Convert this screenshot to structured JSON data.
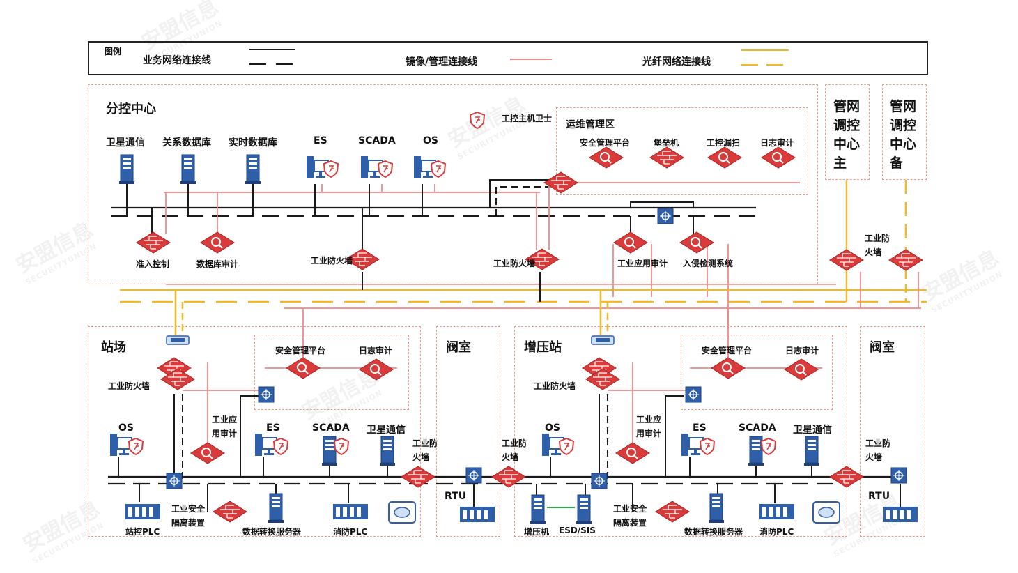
{
  "legend": {
    "title": "图例",
    "business_line": "业务网络连接线",
    "mirror_line": "镜像/管理连接线",
    "fiber_line": "光纤网络连接线"
  },
  "colors": {
    "business": "#1a1a1a",
    "mirror": "#ee8a8a",
    "fiber": "#f0b92a",
    "zone_border": "#e8a08a",
    "device_red": "#d93b3b",
    "device_blue": "#2f5fa8"
  },
  "branch_center": {
    "title": "分控中心",
    "hosts": [
      "卫星通信",
      "关系数据库",
      "实时数据库",
      "ES",
      "SCADA",
      "OS"
    ],
    "guard_label": "工控主机卫士",
    "ops_zone": {
      "title": "运维管理区",
      "items": [
        "安全管理平台",
        "堡垒机",
        "工控漏扫",
        "日志审计"
      ]
    },
    "access_control": "准入控制",
    "db_audit": "数据库审计",
    "firewall_left": "工业防火墙",
    "firewall_mid": "工业防火墙",
    "app_audit": "工业应用审计",
    "ids": "入侵检测系统"
  },
  "pipeline_main": "管网调控中心主",
  "pipeline_backup": "管网调控中心备",
  "pipeline_firewall": "工业防火墙",
  "station": {
    "title": "站场",
    "firewall": "工业防火墙",
    "mgmt_platform": "安全管理平台",
    "log_audit": "日志审计",
    "app_audit": "工业应用审计",
    "hosts": [
      "OS",
      "ES",
      "SCADA",
      "卫星通信"
    ],
    "uplink_firewall": "工业防火墙",
    "isolation": "工业安全隔离装置",
    "plc": "站控PLC",
    "data_server": "数据转换服务器",
    "fire_plc": "消防PLC"
  },
  "valve_room_1": {
    "title": "阀室",
    "firewall": "工业防火墙",
    "rtu": "RTU"
  },
  "booster": {
    "title": "增压站",
    "firewall": "工业防火墙",
    "mgmt_platform": "安全管理平台",
    "log_audit": "日志审计",
    "app_audit": "工业应用审计",
    "hosts": [
      "OS",
      "ES",
      "SCADA",
      "卫星通信"
    ],
    "isolation": "工业安全隔离装置",
    "compressor": "增压机",
    "esd": "ESD/SIS",
    "data_server": "数据转换服务器",
    "fire_plc": "消防PLC"
  },
  "valve_room_2": {
    "title": "阀室",
    "firewall": "工业防火墙",
    "rtu": "RTU"
  },
  "watermark": {
    "cn": "安盟信息",
    "en": "SECURITYUNION"
  }
}
